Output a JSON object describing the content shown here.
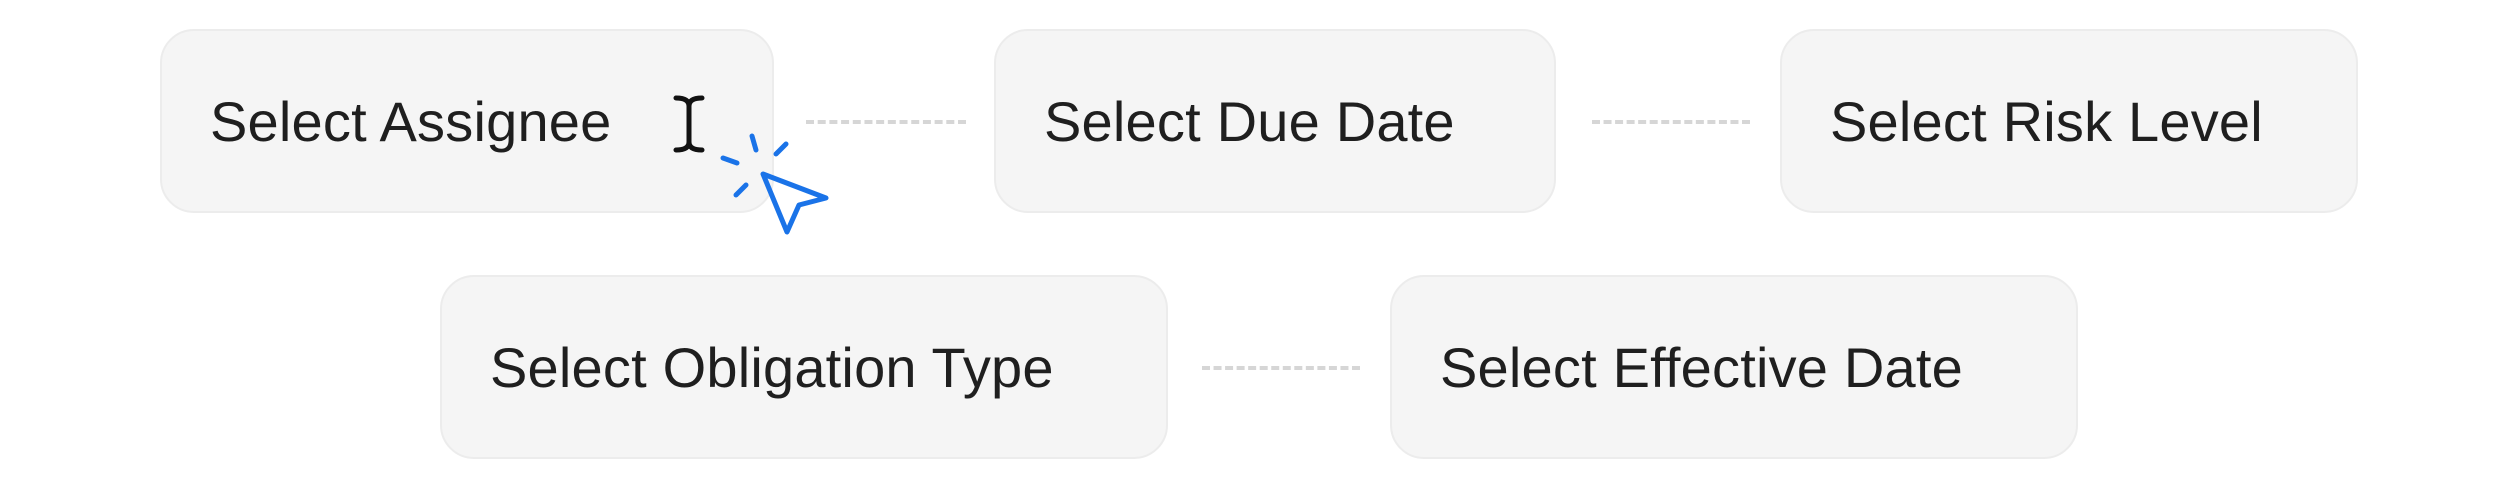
{
  "options": {
    "assignee": "Select Assignee",
    "due_date": "Select Due Date",
    "risk_level": "Select Risk Level",
    "obligation_type": "Select Obligation Type",
    "effective_date": "Select Effective Date"
  },
  "icons": {
    "text_cursor": "i-beam-cursor-icon",
    "pointer": "arrow-pointer-icon"
  },
  "colors": {
    "tile_background": "#f5f5f5",
    "text": "#1f1f1f",
    "connector": "#d6d6d6",
    "accent": "#1a73e8"
  }
}
